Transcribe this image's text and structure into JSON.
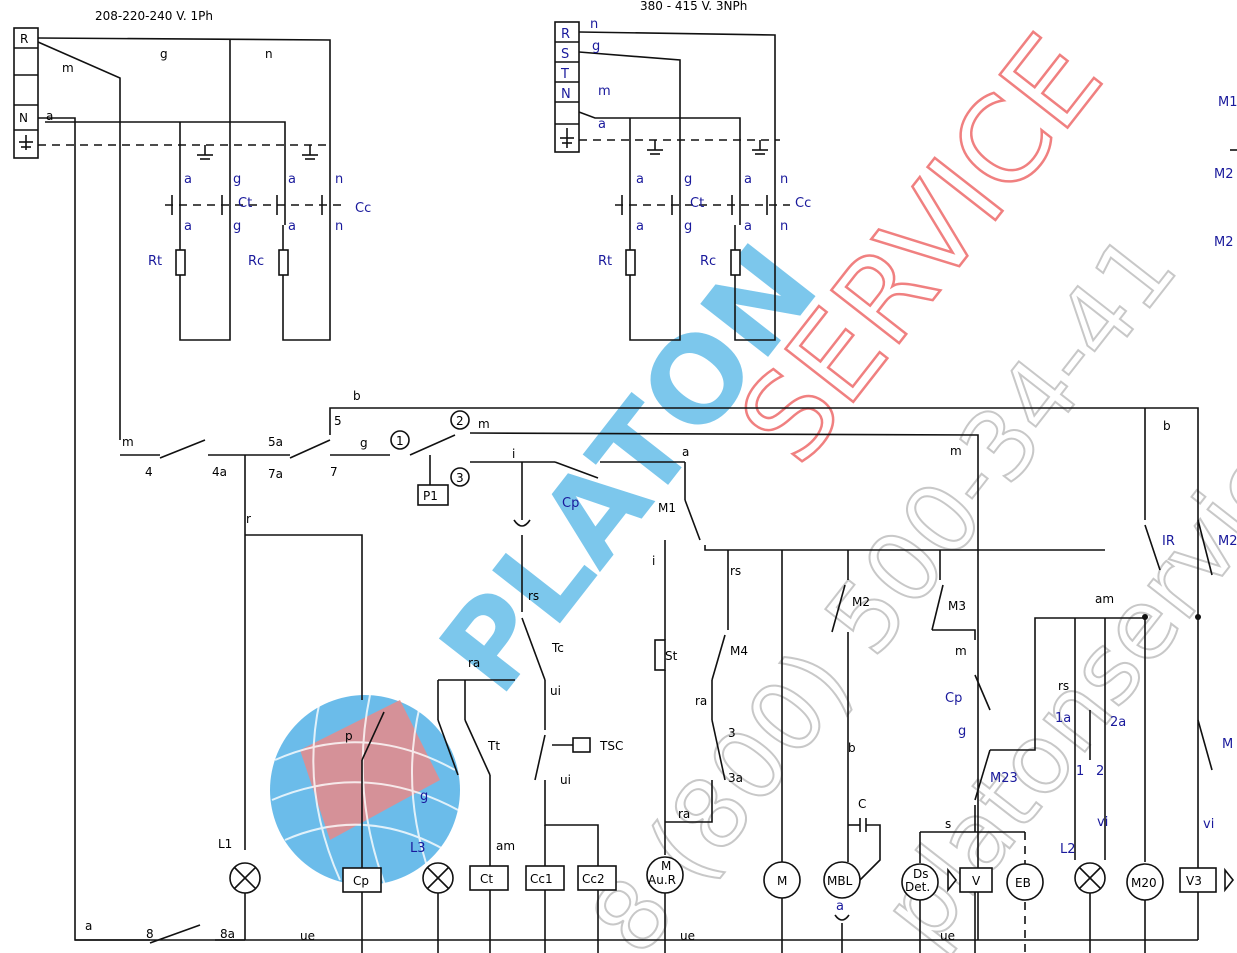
{
  "supply": {
    "single_phase_title": "208-220-240 V. 1Ph",
    "three_phase_title": "380 - 415 V.    3NPh",
    "single_terminals": [
      "R",
      "N"
    ],
    "three_terminals": [
      "R",
      "S",
      "T",
      "N"
    ]
  },
  "heater_group": {
    "ct": "Ct",
    "cc": "Cc",
    "rt": "Rt",
    "rc": "Rc"
  },
  "components": {
    "p1": "P1",
    "cp_switch": "Cp",
    "m1": "M1",
    "st": "St",
    "m4": "M4",
    "m2": "M2",
    "m3": "M3",
    "m23": "M23",
    "ir": "IR",
    "m2b": "M2",
    "tc": "Tc",
    "tt": "Tt",
    "tsc": "TSC",
    "c": "C",
    "l1": "L1",
    "l2": "L2",
    "l3": "L3",
    "cp_coil": "Cp",
    "ct_coil": "Ct",
    "cc1": "Cc1",
    "cc2": "Cc2",
    "m_aur_top": "M",
    "m_aur_bottom": "Au.R",
    "motor_m": "M",
    "mbl": "MBL",
    "ds_top": "Ds",
    "ds_bottom": "Det.",
    "valve_v": "V",
    "eb": "EB",
    "m20": "M20",
    "v3": "V3",
    "m_right": "M"
  },
  "terminals": {
    "t4": "4",
    "t4a": "4a",
    "t5a": "5a",
    "t7a": "7a",
    "t7": "7",
    "t5": "5",
    "t8": "8",
    "t8a": "8a",
    "n1": "1",
    "n2": "2",
    "n3": "3",
    "t3": "3",
    "t3a": "3a",
    "t1a": "1a",
    "t2a": "2a",
    "t1": "1",
    "t2": "2"
  },
  "wires": {
    "a": "a",
    "g": "g",
    "n": "n",
    "m": "m",
    "b": "b",
    "r": "r",
    "rs": "rs",
    "ra": "ra",
    "ui": "ui",
    "ue": "ue",
    "am": "am",
    "vi": "vi",
    "s": "s",
    "i": "i",
    "p": "p",
    "M1_edge": "M1",
    "M2_edge": "M2"
  },
  "watermarks": {
    "brand": "PLATON",
    "service": "SERVICE",
    "phone": "8 (800) 500-34-41",
    "site": "platonservice"
  }
}
